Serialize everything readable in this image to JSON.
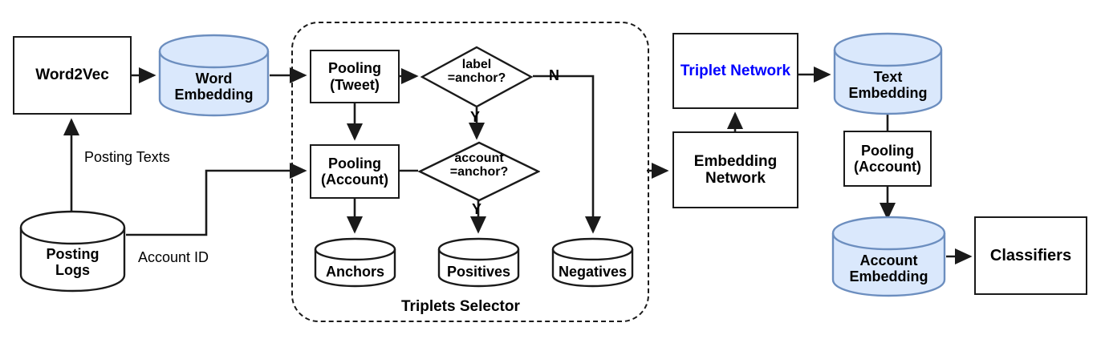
{
  "diagram": {
    "title": "Triplet network account embedding pipeline",
    "colors": {
      "cylinder_blue_fill": "#dae8fc",
      "cylinder_blue_stroke": "#6c8ebf",
      "cylinder_white_fill": "#ffffff",
      "stroke": "#1a1a1a",
      "accent_text_blue": "#0000ff"
    },
    "boxes": {
      "word2vec": "Word2Vec",
      "pooling_tweet_line1": "Pooling",
      "pooling_tweet_line2": "(Tweet)",
      "pooling_account_line1": "Pooling",
      "pooling_account_line2": "(Account)",
      "triplet_network": "Triplet Network",
      "embedding_network_line1": "Embedding",
      "embedding_network_line2": "Network",
      "pooling_account2_line1": "Pooling",
      "pooling_account2_line2": "(Account)",
      "classifiers": "Classifiers"
    },
    "cylinders": {
      "word_embedding_line1": "Word",
      "word_embedding_line2": "Embedding",
      "posting_logs_line1": "Posting",
      "posting_logs_line2": "Logs",
      "anchors": "Anchors",
      "positives": "Positives",
      "negatives": "Negatives",
      "text_embedding_line1": "Text",
      "text_embedding_line2": "Embedding",
      "account_embedding_line1": "Account",
      "account_embedding_line2": "Embedding"
    },
    "decisions": {
      "label_anchor_line1": "label",
      "label_anchor_line2": "=anchor?",
      "account_anchor_line1": "account",
      "account_anchor_line2": "=anchor?"
    },
    "edge_labels": {
      "posting_texts": "Posting Texts",
      "account_id": "Account ID",
      "yes_1": "Y",
      "no_1": "N",
      "yes_2": "Y"
    },
    "groups": {
      "triplets_selector": "Triplets Selector"
    }
  }
}
